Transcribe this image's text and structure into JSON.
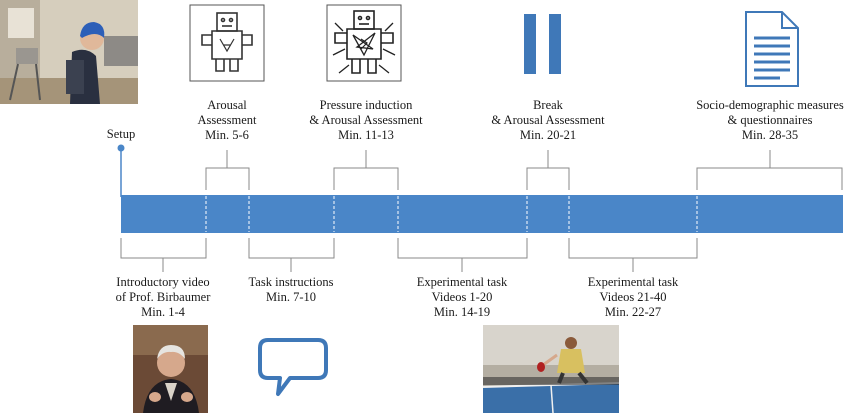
{
  "setup_label": "Setup",
  "top_labels": [
    {
      "lines": [
        "Arousal",
        "Assessment",
        "Min. 5-6"
      ]
    },
    {
      "lines": [
        "Pressure induction",
        "& Arousal Assessment",
        "Min. 11-13"
      ]
    },
    {
      "lines": [
        "Break",
        "& Arousal Assessment",
        "Min. 20-21"
      ]
    },
    {
      "lines": [
        "Socio-demographic measures",
        "& questionnaires",
        "Min. 28-35"
      ]
    }
  ],
  "bottom_labels": [
    {
      "lines": [
        "Introductory video",
        "of Prof. Birbaumer",
        "Min. 1-4"
      ]
    },
    {
      "lines": [
        "Task instructions",
        "Min. 7-10"
      ]
    },
    {
      "lines": [
        "Experimental task",
        "Videos 1-20",
        "Min. 14-19"
      ]
    },
    {
      "lines": [
        "Experimental task",
        "Videos 21-40",
        "Min. 22-27"
      ]
    }
  ],
  "colors": {
    "timeline": "#4a86c8",
    "icon_blue": "#3f78b8",
    "line": "#8a8a8a"
  },
  "icons": [
    "sam-calm-icon",
    "sam-aroused-icon",
    "pause-icon",
    "document-icon",
    "speech-bubble-icon"
  ]
}
